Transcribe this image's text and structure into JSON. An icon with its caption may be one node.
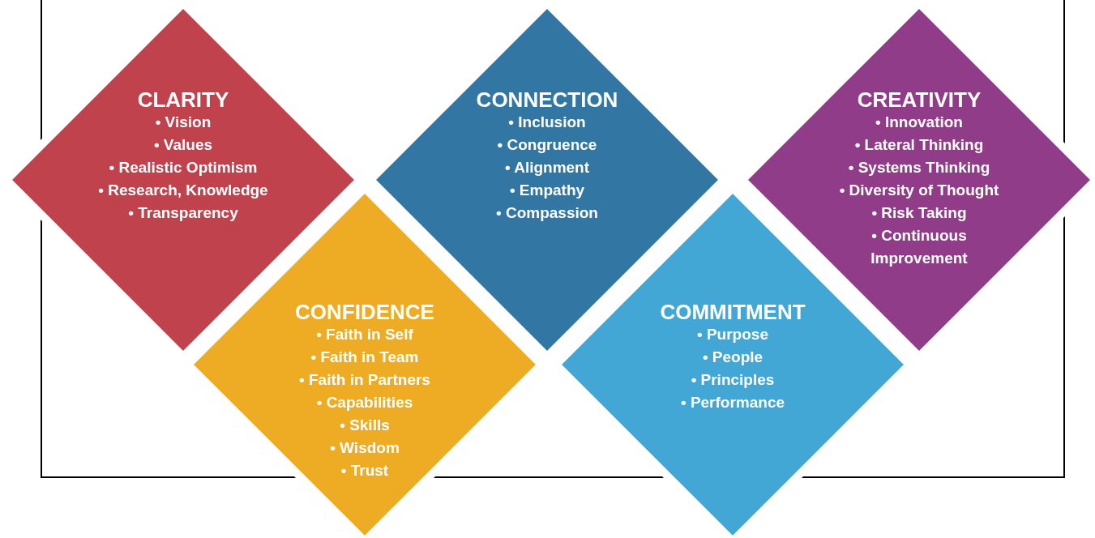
{
  "diagram": {
    "nodes": [
      {
        "text": [
          "CLARITY",
          "• Vision",
          "• Values",
          "• Realistic Optimism",
          "• Research, Knowledge",
          "• Transparency"
        ]
      },
      {
        "text": [
          "CONNECTION",
          "• Inclusion",
          "• Congruence",
          "• Alignment",
          "• Empathy",
          "• Compassion"
        ]
      },
      {
        "text": [
          "CREATIVITY",
          "• Innovation",
          "• Lateral Thinking",
          "• Systems Thinking",
          "• Diversity of Thought",
          "• Risk Taking",
          "• Continuous Improvement"
        ]
      },
      {
        "text": [
          "CONFIDENCE",
          "• Faith in Self",
          "• Faith in Team",
          "• Faith in Partners",
          "• Capabilities",
          "• Skills",
          "• Wisdom",
          "• Trust"
        ]
      },
      {
        "text": [
          "COMMITMENT",
          "• Purpose",
          "• People",
          "• Principles",
          "• Performance"
        ]
      }
    ]
  }
}
